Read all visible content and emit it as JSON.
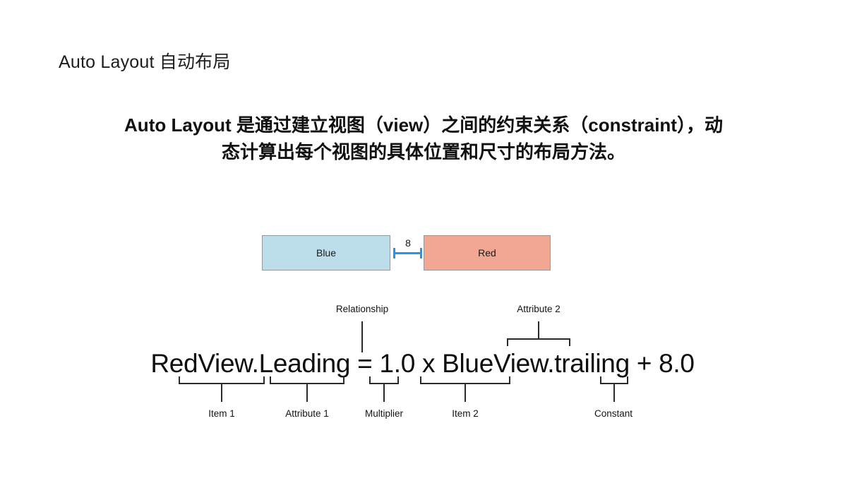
{
  "slide": {
    "title": "Auto Layout 自动布局",
    "subtitle_line1": "Auto Layout 是通过建立视图（view）之间的约束关系（constraint），动",
    "subtitle_line2": "态计算出每个视图的具体位置和尺寸的布局方法。"
  },
  "diagram": {
    "boxes": [
      {
        "label": "Blue",
        "color": "#bcdeea",
        "border": "#9a9a9a"
      },
      {
        "label": "Red",
        "color": "#f2a793",
        "border": "#9a9a9a"
      }
    ],
    "spacing": {
      "value": "8",
      "color": "#2196f3"
    },
    "formula": "RedView.Leading = 1.0 x BlueView.trailing + 8.0",
    "annotations_above": [
      {
        "label": "Relationship",
        "marker": "line"
      },
      {
        "label": "Attribute 2",
        "marker": "bracket"
      }
    ],
    "annotations_below": [
      {
        "label": "Item 1",
        "marker": "bracket"
      },
      {
        "label": "Attribute 1",
        "marker": "bracket"
      },
      {
        "label": "Multiplier",
        "marker": "bracket"
      },
      {
        "label": "Item 2",
        "marker": "bracket"
      },
      {
        "label": "Constant",
        "marker": "bracket"
      }
    ]
  }
}
